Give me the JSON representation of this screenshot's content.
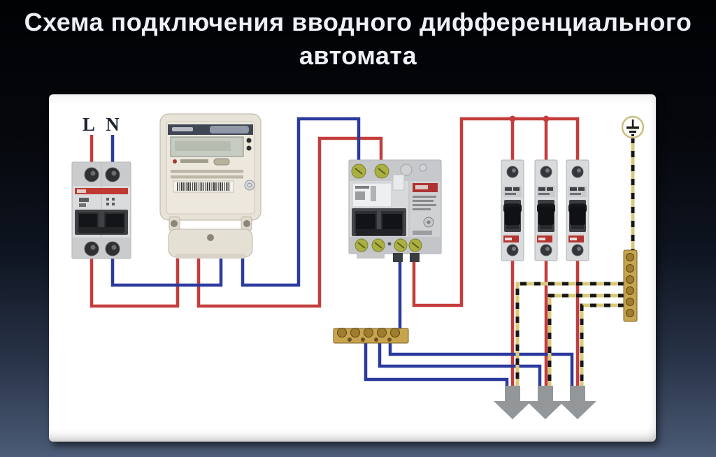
{
  "title": {
    "line1": "Схема подключения вводного дифференциального",
    "line2": "автомата"
  },
  "diagram": {
    "wire_labels": {
      "phase": "L",
      "neutral": "N"
    },
    "colors": {
      "phase_wire": "#c43d3c",
      "neutral_wire": "#2c3a9d",
      "ground_wire_base": "#d9c97b",
      "ground_wire_stripe": "#161616",
      "busbar_brass": "#c7a44e",
      "load_arrow": "#939799",
      "panel_background": "#ffffff"
    },
    "components": {
      "input_breaker": "two-pole-input-breaker",
      "meter": "electricity-meter",
      "rcbo": "differential-breaker",
      "branch_breakers": [
        "outgoing-breaker-1",
        "outgoing-breaker-2",
        "outgoing-breaker-3"
      ],
      "neutral_busbar": "neutral-busbar",
      "ground_busbar": "ground-busbar",
      "ground_symbol": "earth-ground-icon",
      "load_arrows": [
        "load-arrow-1",
        "load-arrow-2",
        "load-arrow-3"
      ]
    }
  }
}
